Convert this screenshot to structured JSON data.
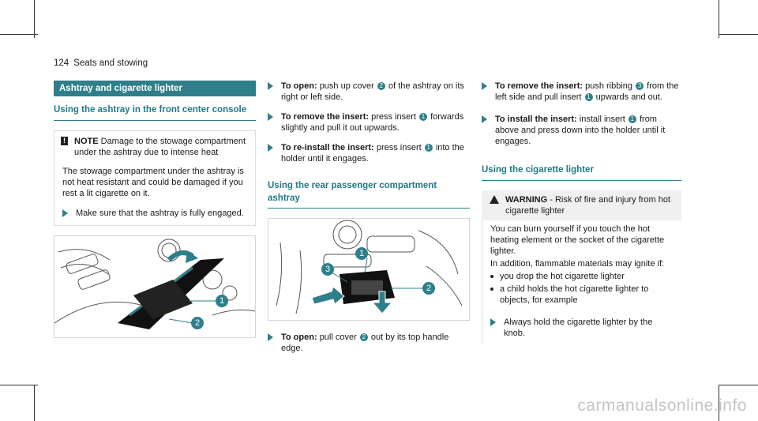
{
  "header": {
    "page_number": "124",
    "section": "Seats and stowing"
  },
  "col1": {
    "banner": "Ashtray and cigarette lighter",
    "heading": "Using the ashtray in the front center console",
    "note": {
      "title": "NOTE",
      "title_text": "Damage to the stowage compartment under the ashtray due to intense heat",
      "body": "The stowage compartment under the ashtray is not heat resistant and could be damaged if you rest a lit cigarette on it.",
      "step": "Make sure that the ashtray is fully engaged."
    },
    "figure_callouts": [
      "1",
      "2"
    ]
  },
  "col2": {
    "steps_a": [
      {
        "bold": "To open:",
        "parts": [
          "push up cover",
          "2",
          "of the ashtray on its right or left side."
        ]
      },
      {
        "bold": "To remove the insert:",
        "parts": [
          "press insert",
          "1",
          "forwards slightly and pull it out upwards."
        ]
      },
      {
        "bold": "To re-install the insert:",
        "parts": [
          "press insert",
          "1",
          "into the holder until it engages."
        ]
      }
    ],
    "heading": "Using the rear passenger compartment ashtray",
    "figure_callouts": [
      "1",
      "2",
      "3"
    ],
    "step_b": {
      "bold": "To open:",
      "parts": [
        "pull cover",
        "2",
        "out by its top handle edge."
      ]
    }
  },
  "col3": {
    "steps": [
      {
        "bold": "To remove the insert:",
        "parts": [
          "push ribbing",
          "3",
          "from the left side and pull insert",
          "1",
          "upwards and out."
        ]
      },
      {
        "bold": "To install the insert:",
        "parts": [
          "install insert",
          "1",
          "from above and press down into the holder until it engages."
        ]
      }
    ],
    "heading": "Using the cigarette lighter",
    "warning": {
      "title": "WARNING",
      "title_text": "- Risk of fire and injury from hot cigarette lighter",
      "body1": "You can burn yourself if you touch the hot heating element or the socket of the cigarette lighter.",
      "body2": "In addition, flammable materials may ignite if:",
      "bullets": [
        "you drop the hot cigarette lighter",
        "a child holds the hot cigarette lighter to objects, for example"
      ]
    },
    "step": "Always hold the cigarette lighter by the knob."
  },
  "watermark": "carmanualsonline.info",
  "colors": {
    "accent": "#2e7f8a"
  }
}
